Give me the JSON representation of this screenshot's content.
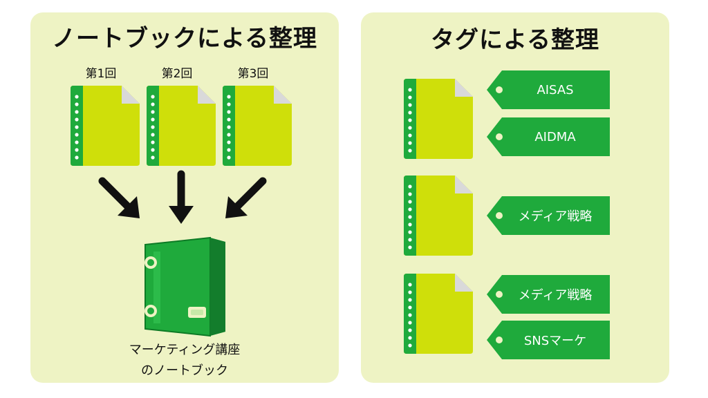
{
  "left_panel": {
    "title": "ノートブックによる整理",
    "notes": [
      {
        "label": "第1回"
      },
      {
        "label": "第2回"
      },
      {
        "label": "第3回"
      }
    ],
    "binder_caption": {
      "line1": "マーケティング講座",
      "line2": "のノートブック"
    }
  },
  "right_panel": {
    "title": "タグによる整理",
    "groups": [
      {
        "tags": [
          "AISAS",
          "AIDMA"
        ]
      },
      {
        "tags": [
          "メディア戦略"
        ]
      },
      {
        "tags": [
          "メディア戦略",
          "SNSマーケ"
        ]
      }
    ]
  },
  "colors": {
    "panel_bg": "#eef3c4",
    "note_fill": "#cfdf0a",
    "spine_green": "#1faa3c",
    "tag_green": "#1faa3c",
    "arrow": "#111111"
  },
  "icons": {
    "note": "note-document-icon",
    "arrow": "down-arrow-icon",
    "binder": "binder-icon",
    "tag": "tag-icon"
  }
}
